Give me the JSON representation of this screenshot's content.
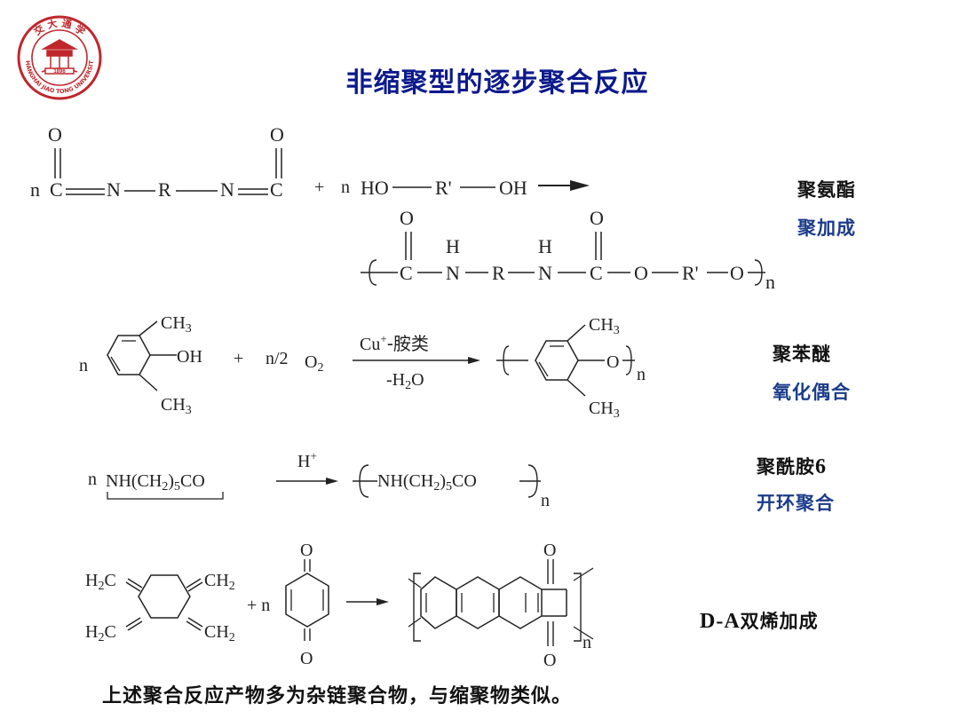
{
  "slide": {
    "title": "非缩聚型的逐步聚合反应",
    "logo": {
      "icon": "university-seal-icon",
      "color": "#c0272d",
      "ring_text_top": "交 大 通 学",
      "ring_text_bottom": "SHANGHAI JIAO TONG UNIVERSITY",
      "year": "1896"
    },
    "labels": [
      {
        "text": "聚氨酯",
        "color": "#111111"
      },
      {
        "text": "聚加成",
        "color": "#1c3c8a"
      },
      {
        "text": "聚苯醚",
        "color": "#111111"
      },
      {
        "text": "氧化偶合",
        "color": "#1c3c8a"
      },
      {
        "text": "聚酰胺",
        "color": "#111111"
      },
      {
        "text": "6",
        "color": "#111111"
      },
      {
        "text": "开环聚合",
        "color": "#1c3c8a"
      },
      {
        "text": "D-A",
        "color": "#111111"
      },
      {
        "text": "双烯加成",
        "color": "#111111"
      }
    ],
    "footer": "上述聚合反应产物多为杂链聚合物，与缩聚物类似。"
  },
  "reactions": {
    "polyurethane": {
      "n": "n",
      "c": "C",
      "o": "O",
      "n_atom": "N",
      "r": "R",
      "plus": "+",
      "n2": "n",
      "ho": "HO",
      "r_prime": "R'",
      "oh": "OH",
      "h": "H",
      "sub_n": "n"
    },
    "ppo": {
      "n": "n",
      "ch3": "CH",
      "ch3_sub": "3",
      "oh": "OH",
      "plus": "+",
      "n2": "n/2",
      "o2": "O",
      "o2_sub": "2",
      "catalyst": "Cu",
      "catalyst_sup": "+",
      "catalyst_suffix": "-胺类",
      "byproduct": "-H",
      "byproduct_sub": "2",
      "byproduct_o": "O",
      "o": "O",
      "sub_n": "n"
    },
    "nylon6": {
      "monomer_n": "n",
      "monomer": "NH(CH",
      "monomer_sub": "2",
      "monomer_end": ")",
      "monomer_sub5": "5",
      "monomer_co": "CO",
      "catalyst": "H",
      "catalyst_sup": "+",
      "polymer": "NH(CH",
      "polymer_sub": "2",
      "polymer_end": ")",
      "polymer_sub5": "5",
      "polymer_co": "CO",
      "sub_n": "n"
    },
    "diels_alder": {
      "h2c_1": "H",
      "h2c_1_sub": "2",
      "h2c_1_c": "C",
      "ch2_1": "CH",
      "ch2_1_sub": "2",
      "h2c_2": "H",
      "h2c_2_sub": "2",
      "h2c_2_c": "C",
      "ch2_2": "CH",
      "ch2_2_sub": "2",
      "plus": "+ n",
      "o": "O",
      "sub_n": "n"
    }
  }
}
